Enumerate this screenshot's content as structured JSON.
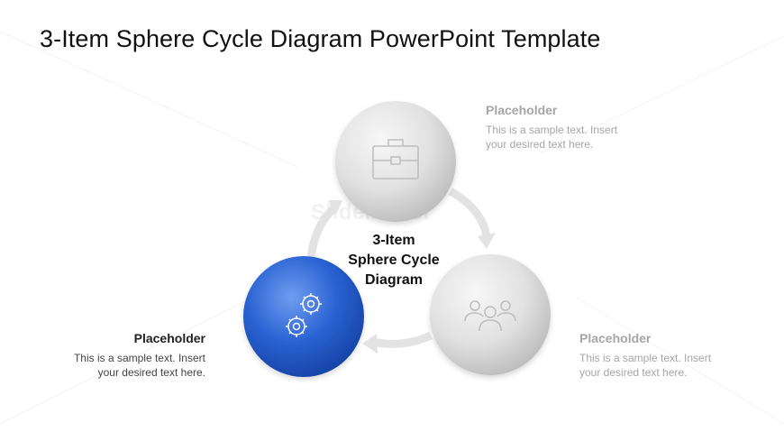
{
  "title": "3-Item Sphere Cycle Diagram PowerPoint Template",
  "center_label": {
    "line1": "3-Item",
    "line2": "Sphere Cycle",
    "line3": "Diagram"
  },
  "watermark": "SlideModel",
  "items": [
    {
      "heading": "Placeholder",
      "body_line1": "This is a sample text. Insert",
      "body_line2": "your desired text here.",
      "icon": "briefcase-icon",
      "state": "inactive"
    },
    {
      "heading": "Placeholder",
      "body_line1": "This is a sample text. Insert",
      "body_line2": "your desired text here.",
      "icon": "team-icon",
      "state": "inactive"
    },
    {
      "heading": "Placeholder",
      "body_line1": "This is a sample text. Insert",
      "body_line2": "your desired text here.",
      "icon": "gears-icon",
      "state": "active"
    }
  ],
  "colors": {
    "active_sphere": "#1f56c4",
    "inactive_sphere": "#d9d9d9",
    "active_text": "#222222",
    "inactive_text": "#a6a6a6",
    "arrow": "#e6e6e6"
  }
}
